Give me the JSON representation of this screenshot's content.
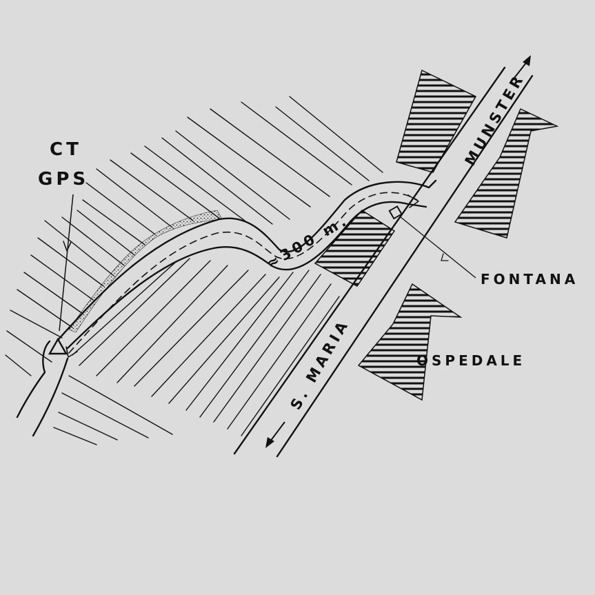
{
  "labels": {
    "ct": "CT",
    "gps": "GPS",
    "distance": "≈300 m.",
    "fontana": "FONTANA",
    "munster": "MUNSTER",
    "s_maria": "S. MARIA",
    "ospedale": "OSPEDALE"
  },
  "colors": {
    "background": "#dcdcdc",
    "ink": "#111111"
  },
  "icons": {
    "station": "triangle-icon",
    "fountain": "square-icon"
  }
}
